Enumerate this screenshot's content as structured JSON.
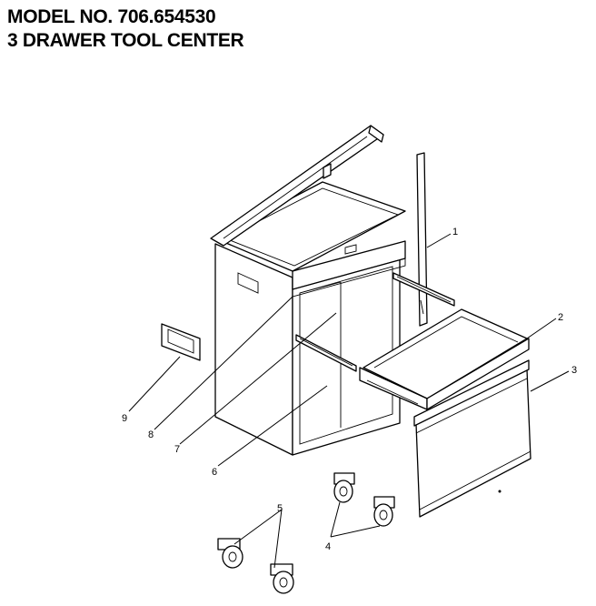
{
  "header": {
    "model_line": "MODEL NO. 706.654530",
    "product_line": "3 DRAWER TOOL CENTER"
  },
  "callouts": [
    {
      "id": "1",
      "label": "1"
    },
    {
      "id": "2",
      "label": "2"
    },
    {
      "id": "3",
      "label": "3"
    },
    {
      "id": "4",
      "label": "4"
    },
    {
      "id": "5",
      "label": "5"
    },
    {
      "id": "6",
      "label": "6"
    },
    {
      "id": "7",
      "label": "7"
    },
    {
      "id": "8",
      "label": "8"
    },
    {
      "id": "9",
      "label": "9"
    }
  ]
}
